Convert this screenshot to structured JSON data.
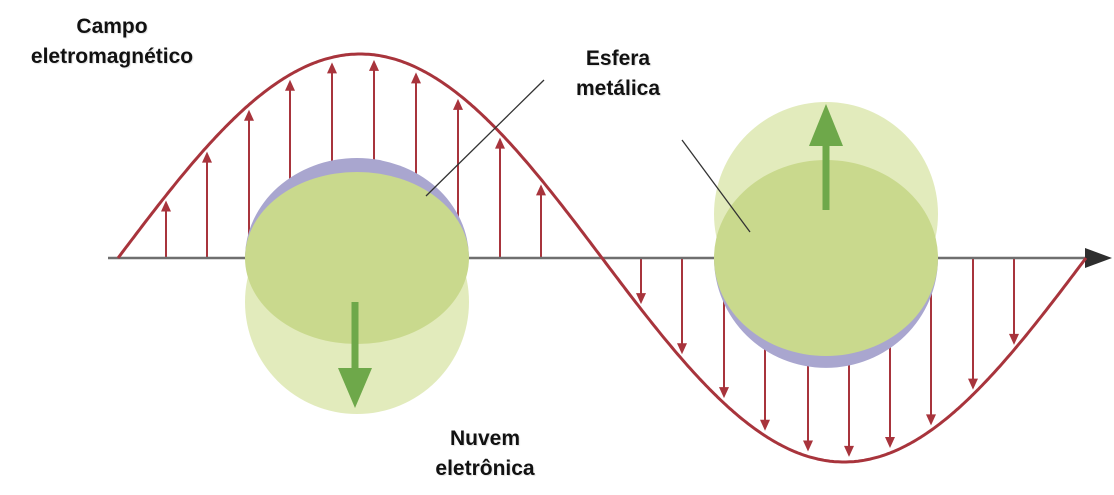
{
  "labels": {
    "field": [
      "Campo",
      "eletromagnético"
    ],
    "sphere": [
      "Esfera",
      "metálica"
    ],
    "cloud": [
      "Nuvem",
      "eletrônica"
    ]
  },
  "colors": {
    "wave": "#a8343c",
    "axis": "#6f6f6f",
    "sphere_blue": "#a9a6cf",
    "cloud_green": "#c9d98d",
    "cloud_light": "#dfe9b5",
    "arrow_green": "#6ea84a",
    "leader": "#333333"
  },
  "icons": [
    "axis-arrow-icon",
    "field-arrow-icon",
    "electron-motion-arrow-icon"
  ]
}
